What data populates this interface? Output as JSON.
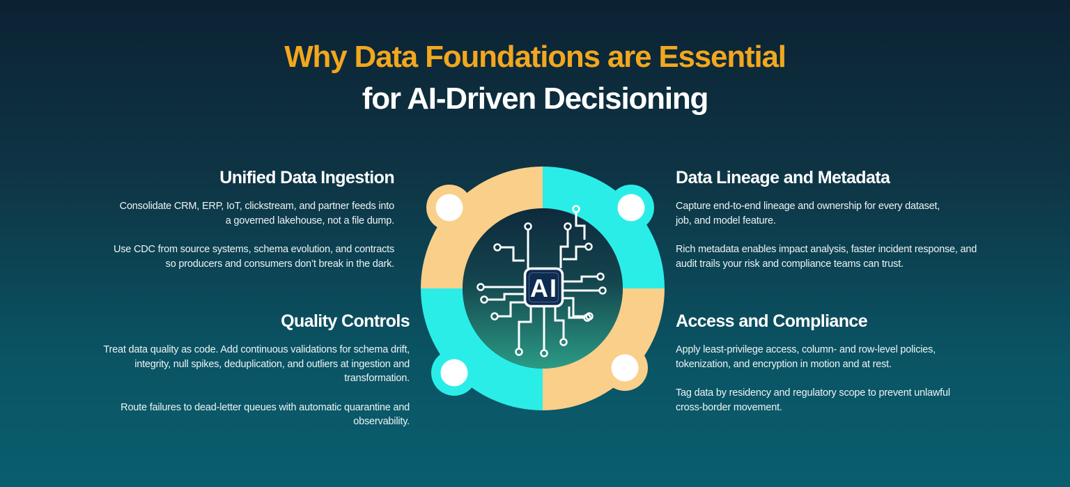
{
  "title": {
    "line1": "Why Data Foundations are Essential",
    "line2": "for AI-Driven Decisioning"
  },
  "sections": {
    "ingestion": {
      "heading": "Unified Data Ingestion",
      "p1": "Consolidate CRM, ERP, IoT, clickstream, and partner feeds into\na governed lakehouse, not a file dump.",
      "p2": "Use CDC from source systems, schema evolution, and contracts\nso producers and consumers don’t break in the dark."
    },
    "quality": {
      "heading": "Quality Controls",
      "p1": "Treat data quality as code. Add continuous validations for schema drift,\nintegrity, null spikes, deduplication, and outliers at ingestion and\ntransformation.",
      "p2": "Route failures to dead-letter queues with automatic quarantine and\nobservability."
    },
    "lineage": {
      "heading": "Data Lineage and Metadata",
      "p1": "Capture end-to-end lineage and ownership for every dataset,\njob, and model feature.",
      "p2": "Rich metadata enables impact analysis, faster incident response, and\naudit trails your risk and compliance teams can trust."
    },
    "access": {
      "heading": "Access and Compliance",
      "p1": "Apply least-privilege access, column- and row-level policies,\ntokenization, and encryption in motion and at rest.",
      "p2": "Tag data by residency and regulatory scope to prevent unlawful\ncross-border movement."
    }
  },
  "diagram": {
    "chip_label": "AI",
    "colors": {
      "ring_orange": "#f9cf8a",
      "ring_cyan": "#2bede8",
      "node_white": "#ffffff",
      "chip_fill": "#0e2c52",
      "circuit_line": "#ffffff",
      "inner_top": "#0e2a3c",
      "inner_bottom": "#2b9b85",
      "title_accent": "#f2a71e",
      "background_top": "#0c2233",
      "background_bottom": "#095e6f"
    }
  }
}
